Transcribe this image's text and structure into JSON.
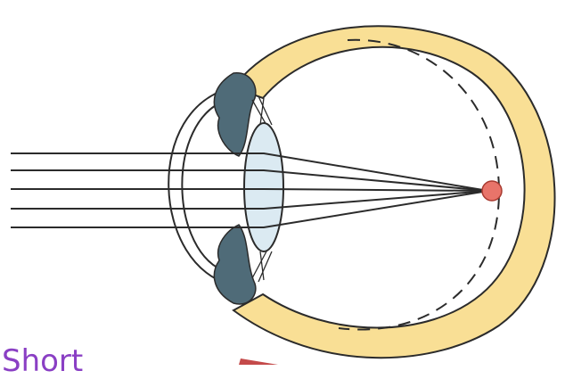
{
  "label": {
    "text": "Short"
  },
  "colors": {
    "sclera": "#f9df95",
    "outline": "#2b2b2b",
    "iris": "#4f6b78",
    "lens": "#dbeaf2",
    "focal_point": "#e8746a",
    "label": "#8a3fc4",
    "arrow": "#c44a4a"
  },
  "parts": [
    "sclera",
    "cornea",
    "iris",
    "lens",
    "ciliary-fibers",
    "light-rays",
    "focal-point",
    "retina-dashed-outline",
    "pointer-arrow"
  ]
}
